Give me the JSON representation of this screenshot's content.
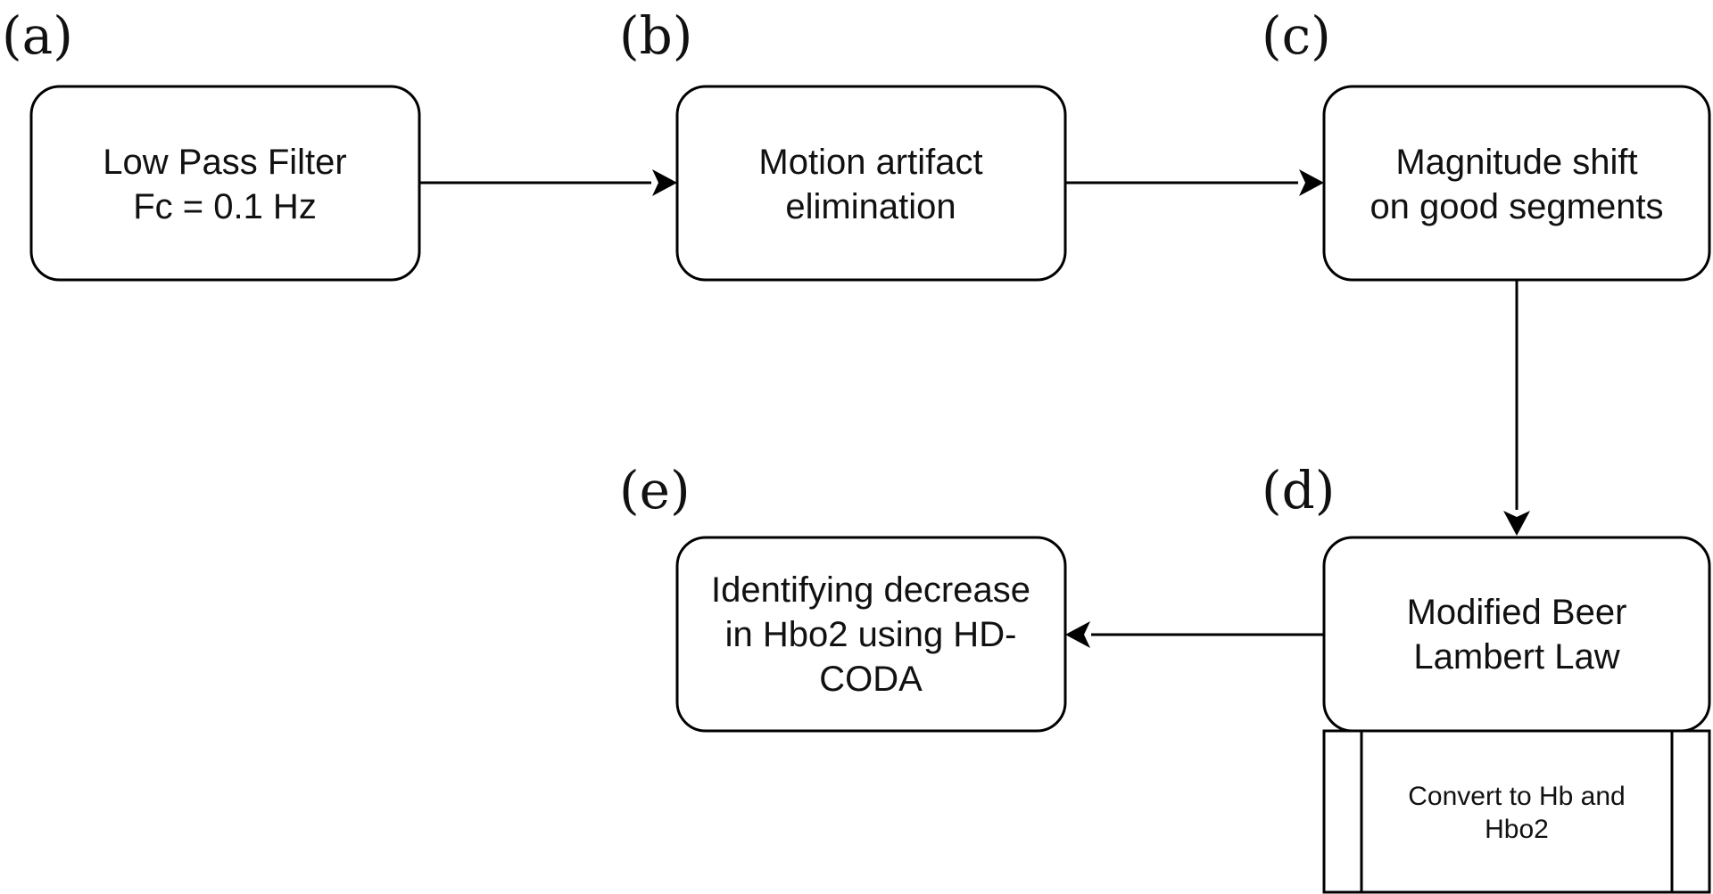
{
  "steps": {
    "a": {
      "label": "(a)",
      "lines": [
        "Low Pass Filter",
        "Fc = 0.1 Hz"
      ]
    },
    "b": {
      "label": "(b)",
      "lines": [
        "Motion artifact",
        "elimination"
      ]
    },
    "c": {
      "label": "(c)",
      "lines": [
        "Magnitude shift",
        "on good segments"
      ]
    },
    "d": {
      "label": "(d)",
      "lines": [
        "Modified Beer",
        "Lambert Law"
      ]
    },
    "e": {
      "label": "(e)",
      "lines": [
        "Identifying decrease",
        "in Hbo2 using HD-",
        "CODA"
      ]
    }
  },
  "subprocess": {
    "lines": [
      "Convert to Hb and",
      "Hbo2"
    ]
  },
  "edges": [
    {
      "from": "a",
      "to": "b"
    },
    {
      "from": "b",
      "to": "c"
    },
    {
      "from": "c",
      "to": "d"
    },
    {
      "from": "d",
      "to": "e"
    }
  ]
}
